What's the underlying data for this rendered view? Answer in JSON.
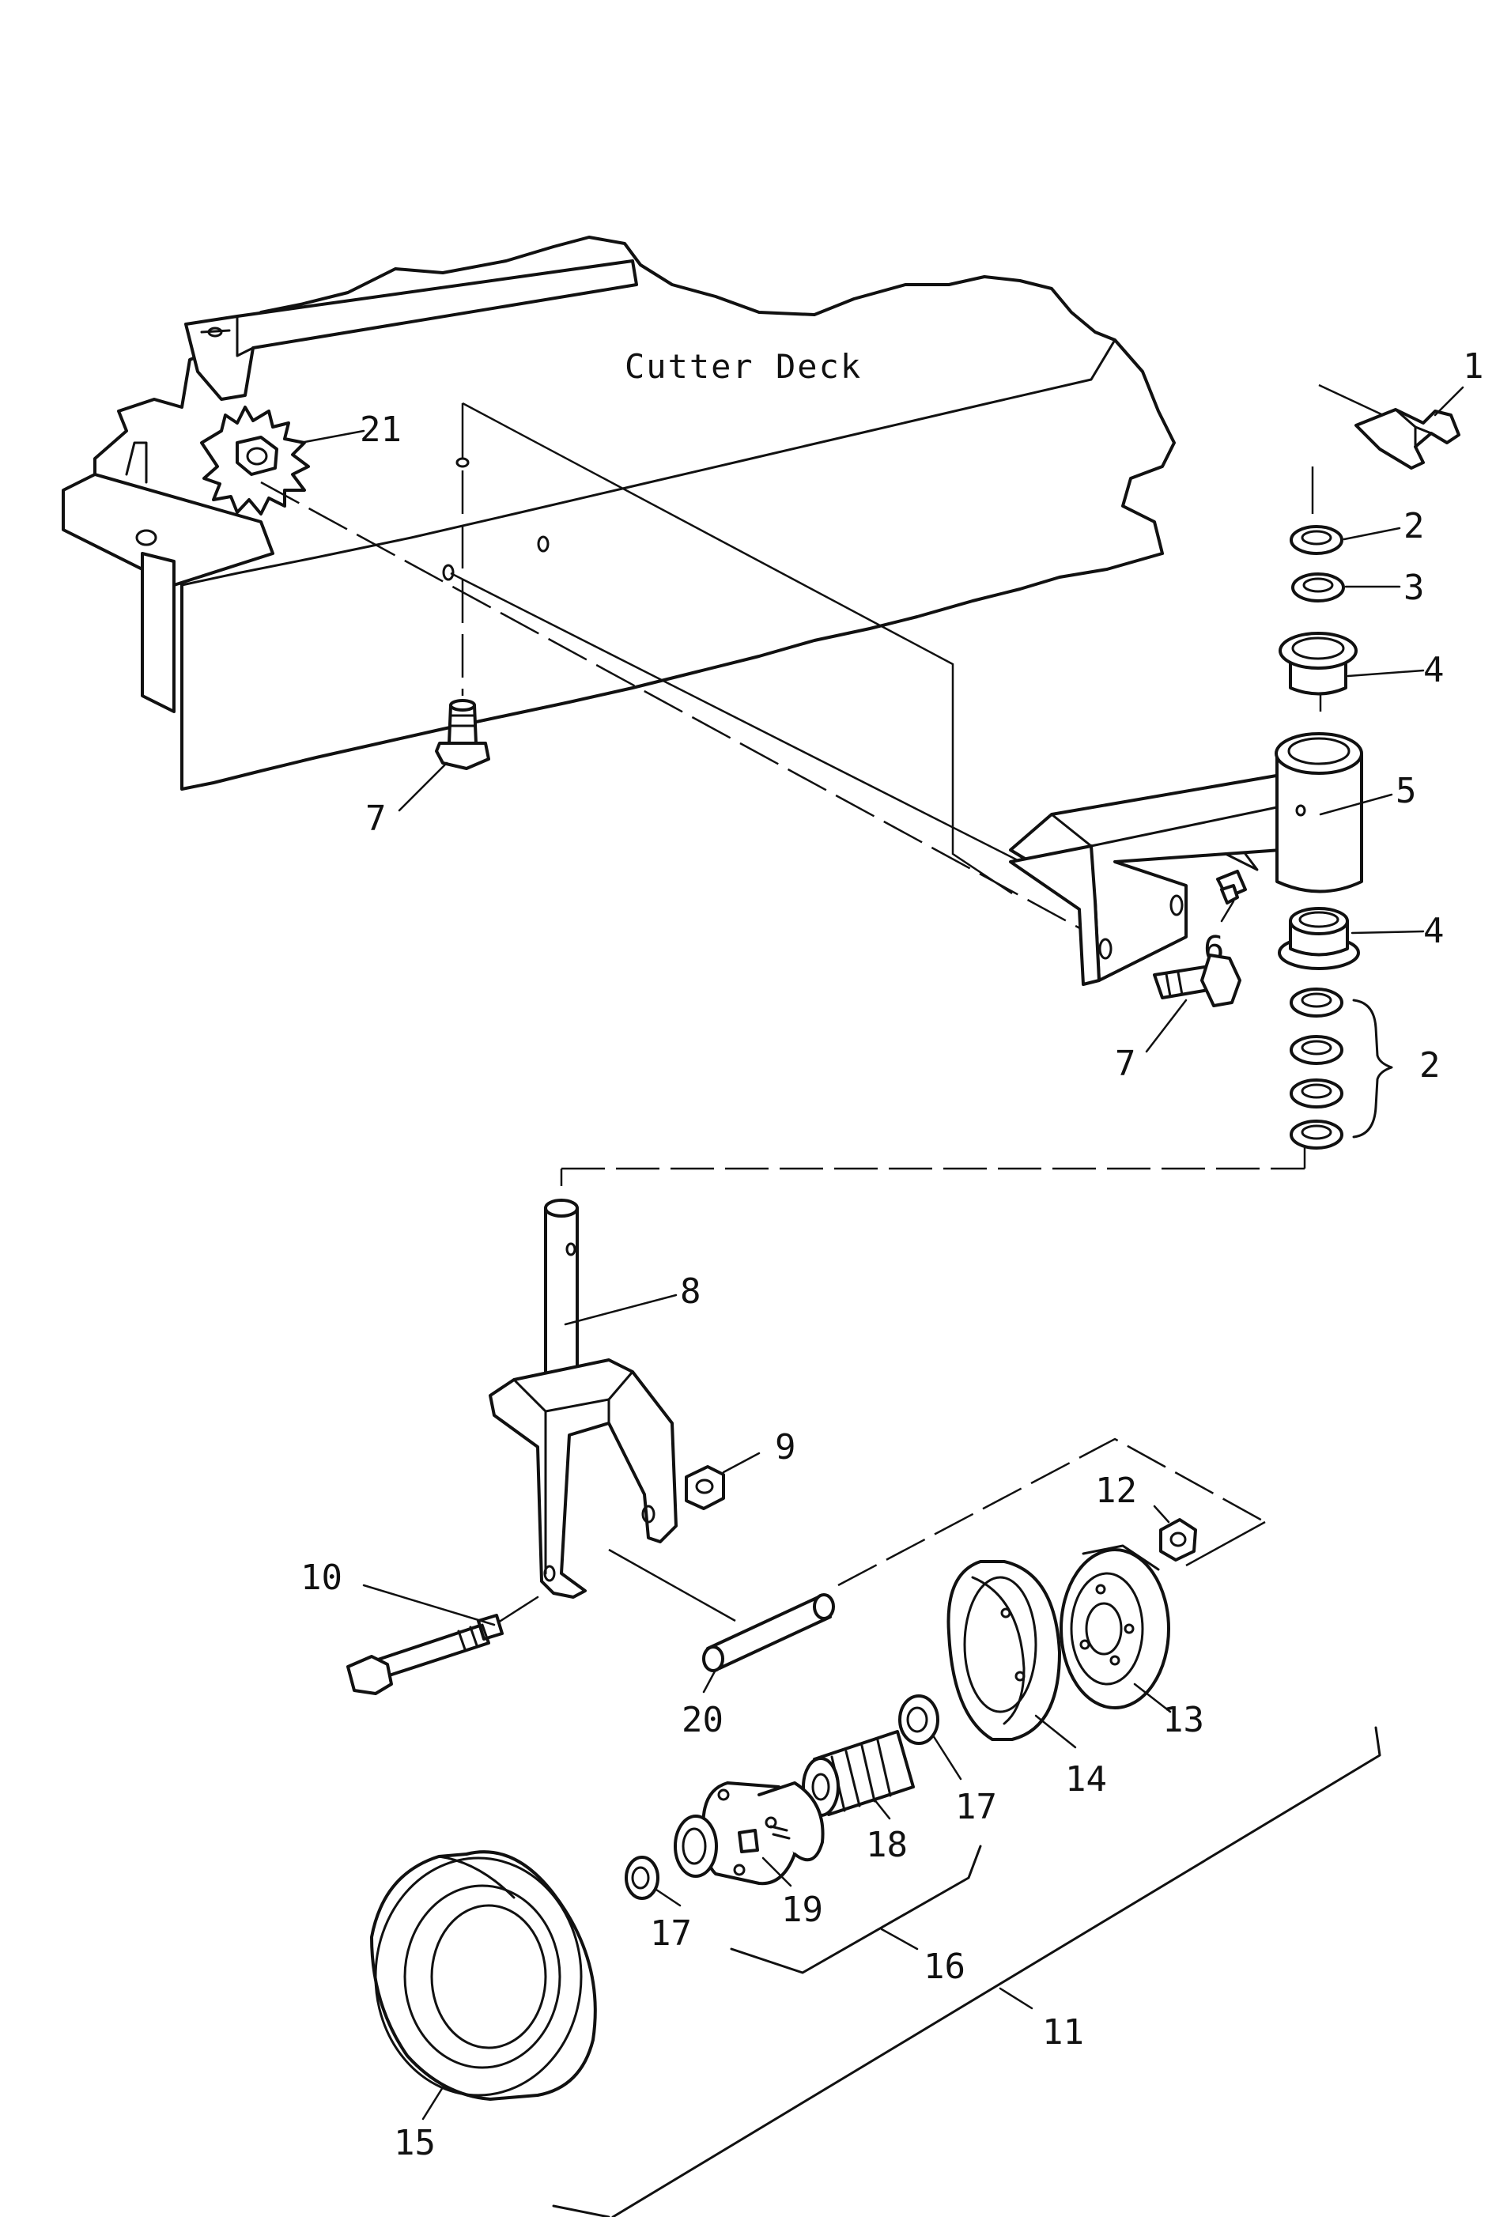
{
  "diagram": {
    "title": "Cutter Deck",
    "callouts": [
      "1",
      "2",
      "3",
      "4",
      "5",
      "4",
      "2",
      "6",
      "7",
      "7",
      "8",
      "9",
      "10",
      "11",
      "12",
      "13",
      "14",
      "15",
      "16",
      "17",
      "17",
      "18",
      "19",
      "20",
      "21"
    ]
  }
}
